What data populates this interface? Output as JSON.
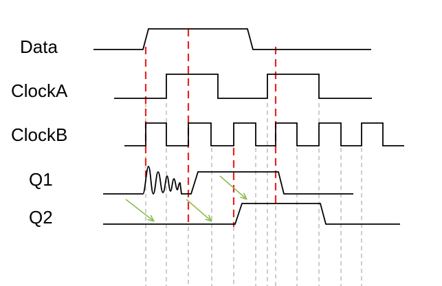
{
  "signals": [
    {
      "id": "data",
      "label": "Data"
    },
    {
      "id": "clock-a",
      "label": "ClockA"
    },
    {
      "id": "clock-b",
      "label": "ClockB"
    },
    {
      "id": "q1",
      "label": "Q1"
    },
    {
      "id": "q2",
      "label": "Q2"
    }
  ],
  "colors": {
    "waveform": "#000000",
    "red_marker": "#e8231f",
    "grey_guide": "#bfbfbf",
    "arrow": "#8dbb4f"
  }
}
